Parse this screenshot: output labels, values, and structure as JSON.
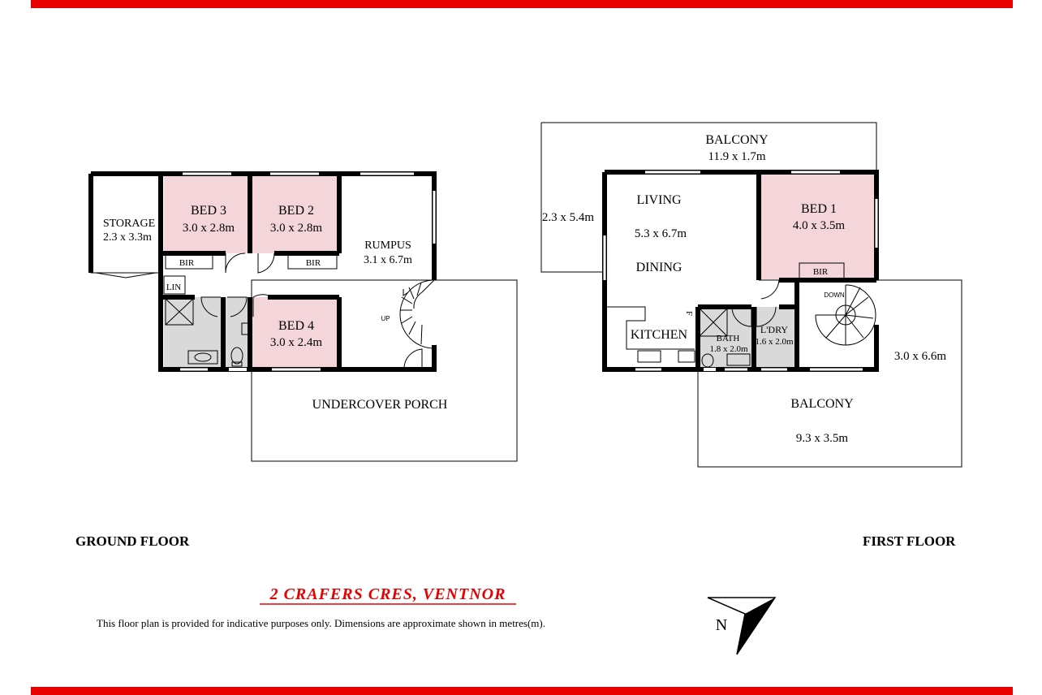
{
  "colors": {
    "accent": "#e60000",
    "bedroom_fill": "#f4d6da",
    "wet_area_fill": "#d9d9d9"
  },
  "ground_floor": {
    "label": "GROUND FLOOR",
    "storage": {
      "name": "STORAGE",
      "dims": "2.3 x 3.3m"
    },
    "bed3": {
      "name": "BED 3",
      "dims": "3.0 x 2.8m"
    },
    "bed2": {
      "name": "BED 2",
      "dims": "3.0 x 2.8m"
    },
    "bed4": {
      "name": "BED 4",
      "dims": "3.0 x 2.4m"
    },
    "rumpus": {
      "name": "RUMPUS",
      "dims": "3.1 x 6.7m"
    },
    "bir_a": "BIR",
    "bir_b": "BIR",
    "lin": "LIN",
    "up": "UP",
    "porch": {
      "name": "UNDERCOVER PORCH"
    }
  },
  "first_floor": {
    "label": "FIRST FLOOR",
    "balcony_top": {
      "name": "BALCONY",
      "dims": "11.9 x 1.7m"
    },
    "balcony_left_dims": "2.3 x 5.4m",
    "living": {
      "name": "LIVING",
      "dims": "5.3  x 6.7m"
    },
    "dining": {
      "name": "DINING"
    },
    "kitchen": {
      "name": "KITCHEN"
    },
    "fridge": "F",
    "bed1": {
      "name": "BED 1",
      "dims": "4.0 x 3.5m"
    },
    "bir": "BIR",
    "down": "DOWN",
    "bath": {
      "name": "BATH",
      "dims": "1.8 x 2.0m"
    },
    "laundry": {
      "name": "L'DRY",
      "dims": "1.6 x 2.0m"
    },
    "balcony_right_dims": "3.0 x 6.6m",
    "balcony_bottom": {
      "name": "BALCONY",
      "dims": "9.3 x 3.5m"
    }
  },
  "title": "2 CRAFERS CRES, VENTNOR",
  "disclaimer": "This floor plan is provided for indicative purposes only. Dimensions are approximate shown in metres(m).",
  "compass": {
    "letter": "N"
  }
}
